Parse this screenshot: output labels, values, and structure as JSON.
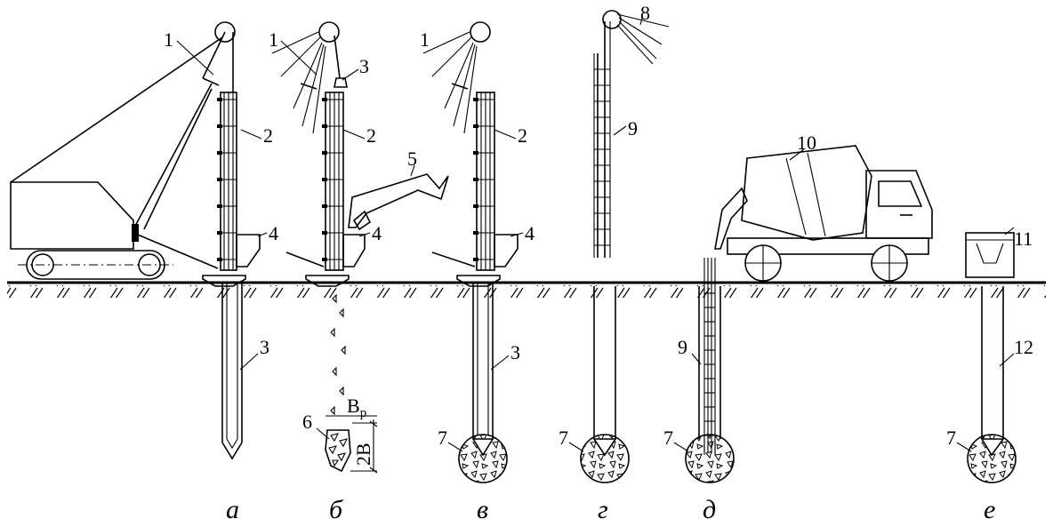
{
  "captions": [
    "а",
    "б",
    "в",
    "г",
    "д",
    "е"
  ],
  "callouts": {
    "n1": "1",
    "n2": "2",
    "n3": "3",
    "n4": "4",
    "n5": "5",
    "n6": "6",
    "n7": "7",
    "n8": "8",
    "n9": "9",
    "n10": "10",
    "n11": "11",
    "n12": "12"
  },
  "dimensions": {
    "bp_main": "B",
    "bp_sub": "р",
    "two_b": "2B"
  }
}
